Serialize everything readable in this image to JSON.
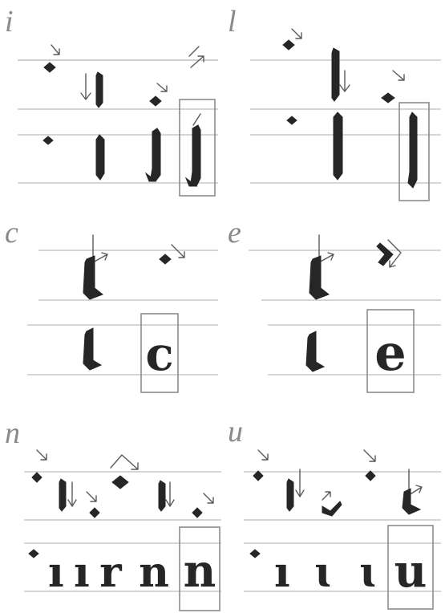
{
  "panels": [
    {
      "id": "i",
      "label": "i"
    },
    {
      "id": "l",
      "label": "l"
    },
    {
      "id": "c",
      "label": "c"
    },
    {
      "id": "e",
      "label": "e"
    },
    {
      "id": "n",
      "label": "n"
    },
    {
      "id": "u",
      "label": "u"
    }
  ],
  "colors": {
    "ink": "#262626",
    "guide_line": "#c8c8c8",
    "arrow": "#5a5a5a",
    "frame": "#8c8c8c",
    "label": "#8a8a8a"
  },
  "icons": [
    "stroke-direction-arrow-icon",
    "pen-stroke-diamond-icon",
    "finished-letter-frame"
  ]
}
